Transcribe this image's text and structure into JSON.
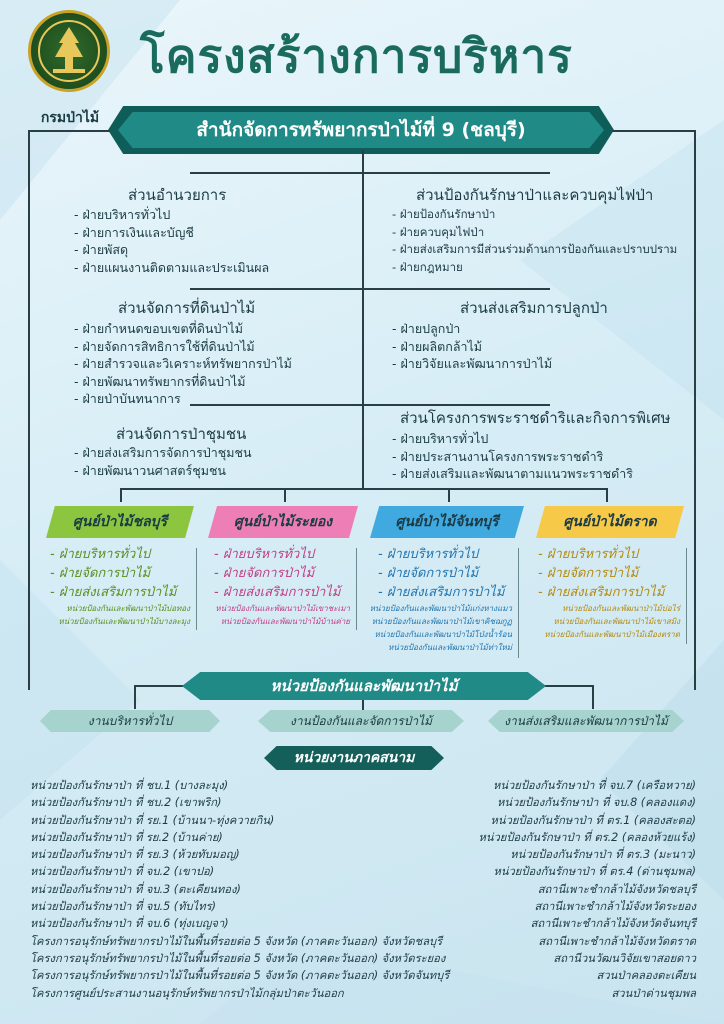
{
  "header": {
    "logo_label": "กรมป่าไม้",
    "title": "โครงสร้างการบริหาร",
    "banner": "สำนักจัดการทรัพยากรป่าไม้ที่ 9 (ชลบุรี)"
  },
  "sections": [
    {
      "title": "ส่วนอำนวยการ",
      "items": [
        "ฝ่ายบริหารทั่วไป",
        "ฝ่ายการเงินและบัญชี",
        "ฝ่ายพัสดุ",
        "ฝ่ายแผนงานติดตามและประเมินผล"
      ]
    },
    {
      "title": "ส่วนป้องกันรักษาป่าและควบคุมไฟป่า",
      "items": [
        "ฝ่ายป้องกันรักษาป่า",
        "ฝ่ายควบคุมไฟป่า",
        "ฝ่ายส่งเสริมการมีส่วนร่วมด้านการป้องกันและปราบปราม",
        "ฝ่ายกฎหมาย"
      ]
    },
    {
      "title": "ส่วนจัดการที่ดินป่าไม้",
      "items": [
        "ฝ่ายกำหนดขอบเขตที่ดินป่าไม้",
        "ฝ่ายจัดการสิทธิการใช้ที่ดินป่าไม้",
        "ฝ่ายสำรวจและวิเคราะห์ทรัพยากรป่าไม้",
        "ฝ่ายพัฒนาทรัพยากรที่ดินป่าไม้",
        "ฝ่ายป่าบันทนาการ"
      ]
    },
    {
      "title": "ส่วนส่งเสริมการปลูกป่า",
      "items": [
        "ฝ่ายปลูกป่า",
        "ฝ่ายผลิตกล้าไม้",
        "ฝ่ายวิจัยและพัฒนาการป่าไม้"
      ]
    },
    {
      "title": "ส่วนจัดการป่าชุมชน",
      "items": [
        "ฝ่ายส่งเสริมการจัดการป่าชุมชน",
        "ฝ่ายพัฒนาวนศาสตร์ชุมชน"
      ]
    },
    {
      "title": "ส่วนโครงการพระราชดำริและกิจการพิเศษ",
      "items": [
        "ฝ่ายบริหารทั่วไป",
        "ฝ่ายประสานงานโครงการพระราชดำริ",
        "ฝ่ายส่งเสริมและพัฒนาตามแนวพระราชดำริ"
      ]
    }
  ],
  "centers": [
    {
      "name": "ศูนย์ป่าไม้ชลบุรี",
      "color": "#8cc63f",
      "text_color": "#5a8f1f",
      "items": [
        "ฝ่ายบริหารทั่วไป",
        "ฝ่ายจัดการป่าไม้",
        "ฝ่ายส่งเสริมการป่าไม้"
      ],
      "units": [
        "หน่วยป้องกันและพัฒนาป่าไม้บ่อทอง",
        "หน่วยป้องกันและพัฒนาป่าไม้บางละมุง"
      ]
    },
    {
      "name": "ศูนย์ป่าไม้ระยอง",
      "color": "#ee7fb6",
      "text_color": "#c23c85",
      "items": [
        "ฝ่ายบริหารทั่วไป",
        "ฝ่ายจัดการป่าไม้",
        "ฝ่ายส่งเสริมการป่าไม้"
      ],
      "units": [
        "หน่วยป้องกันและพัฒนาป่าไม้เขาชะเมา",
        "หน่วยป้องกันและพัฒนาป่าไม้บ้านค่าย"
      ]
    },
    {
      "name": "ศูนย์ป่าไม้จันทบุรี",
      "color": "#3fa9e0",
      "text_color": "#1f74b0",
      "items": [
        "ฝ่ายบริหารทั่วไป",
        "ฝ่ายจัดการป่าไม้",
        "ฝ่ายส่งเสริมการป่าไม้"
      ],
      "units": [
        "หน่วยป้องกันและพัฒนาป่าไม้แก่งหางแมว",
        "หน่วยป้องกันและพัฒนาป่าไม้เขาคิชฌกูฏ",
        "หน่วยป้องกันและพัฒนาป่าไม้โป่งน้ำร้อน",
        "หน่วยป้องกันและพัฒนาป่าไม้ท่าใหม่"
      ]
    },
    {
      "name": "ศูนย์ป่าไม้ตราด",
      "color": "#f7c948",
      "text_color": "#b58a0c",
      "items": [
        "ฝ่ายบริหารทั่วไป",
        "ฝ่ายจัดการป่าไม้",
        "ฝ่ายส่งเสริมการป่าไม้"
      ],
      "units": [
        "หน่วยป้องกันและพัฒนาป่าไม้บ่อไร่",
        "หน่วยป้องกันและพัฒนาป่าไม้เขาสมิง",
        "หน่วยป้องกันและพัฒนาป่าไม้เมืองตราด"
      ]
    }
  ],
  "unit_section": {
    "title": "หน่วยป้องกันและพัฒนาป่าไม้",
    "subs": [
      "งานบริหารทั่วไป",
      "งานป้องกันและจัดการป่าไม้",
      "งานส่งเสริมและพัฒนาการป่าไม้"
    ]
  },
  "field_section": {
    "title": "หน่วยงานภาคสนาม",
    "left": [
      "หน่วยป้องกันรักษาป่า ที่ ชบ.1 (บางละมุง)",
      "หน่วยป้องกันรักษาป่า ที่ ชบ.2 (เขาพริก)",
      "หน่วยป้องกันรักษาป่า ที่ รย.1 (บ้านนา-ทุ่งควายกิน)",
      "หน่วยป้องกันรักษาป่า ที่ รย.2 (บ้านค่าย)",
      "หน่วยป้องกันรักษาป่า ที่ รย.3 (ห้วยทับมอญ)",
      "หน่วยป้องกันรักษาป่า ที่ จบ.2 (เขาปอ)",
      "หน่วยป้องกันรักษาป่า ที่ จบ.3 (ตะเคียนทอง)",
      "หน่วยป้องกันรักษาป่า ที่ จบ.5 (ทับไทร)",
      "หน่วยป้องกันรักษาป่า ที่ จบ.6 (ทุ่งเบญจา)",
      "โครงการอนุรักษ์ทรัพยากรป่าไม้ในพื้นที่รอยต่อ 5 จังหวัด (ภาคตะวันออก) จังหวัดชลบุรี",
      "โครงการอนุรักษ์ทรัพยากรป่าไม้ในพื้นที่รอยต่อ 5 จังหวัด (ภาคตะวันออก) จังหวัดระยอง",
      "โครงการอนุรักษ์ทรัพยากรป่าไม้ในพื้นที่รอยต่อ 5 จังหวัด (ภาคตะวันออก) จังหวัดจันทบุรี",
      "โครงการศูนย์ประสานงานอนุรักษ์ทรัพยากรป่าไม้กลุ่มป่าตะวันออก"
    ],
    "right": [
      "หน่วยป้องกันรักษาป่า ที่ จบ.7 (เครือหวาย)",
      "หน่วยป้องกันรักษาป่า ที่ จบ.8 (คลองแดง)",
      "หน่วยป้องกันรักษาป่า ที่ ตร.1 (คลองสะตอ)",
      "หน่วยป้องกันรักษาป่า ที่ ตร.2 (คลองห้วยแร้ง)",
      "หน่วยป้องกันรักษาป่า ที่ ตร.3 (มะนาว)",
      "หน่วยป้องกันรักษาป่า ที่ ตร.4 (ด่านชุมพล)",
      "สถานีเพาะชำกล้าไม้จังหวัดชลบุรี",
      "สถานีเพาะชำกล้าไม้จังหวัดระยอง",
      "สถานีเพาะชำกล้าไม้จังหวัดจันทบุรี",
      "สถานีเพาะชำกล้าไม้จังหวัดตราด",
      "สถานีวนวัฒนวิจัยเขาสอยดาว",
      "สวนป่าคลองตะเคียน",
      "สวนป่าด่านชุมพล"
    ]
  }
}
